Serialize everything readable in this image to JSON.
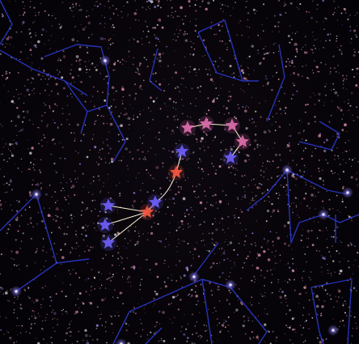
{
  "colors": {
    "background": "#05030a",
    "constellation_line": "#2b3bd6",
    "active_line": "#f3efd0",
    "star_blue": "#6a5cf2",
    "star_pink": "#d86aa8",
    "star_red": "#f0553f",
    "dust_pink": "#d98fa3",
    "dust_white": "#e8e0e8"
  },
  "icons": {
    "constellation_star": "five-point-star",
    "background_star": "dot"
  },
  "active_constellation": {
    "stars": [
      {
        "color": "star_pink"
      },
      {
        "color": "star_pink"
      },
      {
        "color": "star_pink"
      },
      {
        "color": "star_pink"
      },
      {
        "color": "star_blue"
      },
      {
        "color": "star_blue"
      },
      {
        "color": "star_red"
      },
      {
        "color": "star_blue"
      },
      {
        "color": "star_red"
      },
      {
        "color": "star_blue"
      },
      {
        "color": "star_blue"
      },
      {
        "color": "star_blue"
      }
    ]
  }
}
